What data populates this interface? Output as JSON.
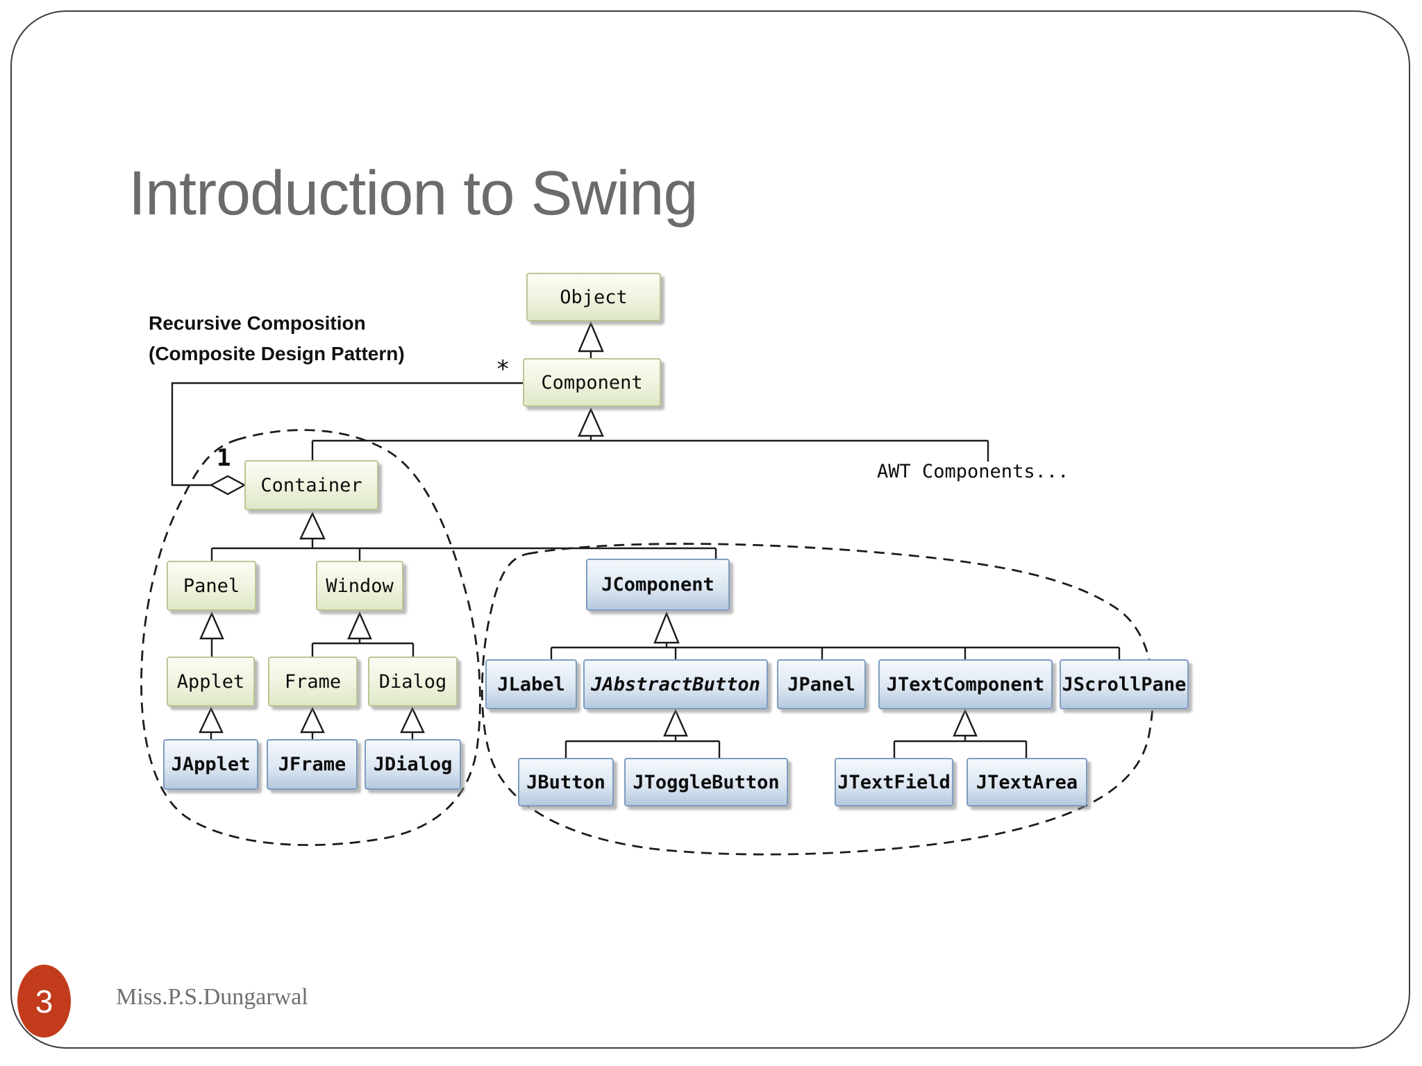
{
  "slide": {
    "title": "Introduction to Swing",
    "page_number": "3",
    "footer_author": "Miss.P.S.Dungarwal"
  },
  "diagram": {
    "annotation": {
      "line1": "Recursive Composition",
      "line2": "(Composite Design Pattern)"
    },
    "labels": {
      "awt_components": "AWT Components...",
      "multiplicity_many": "*",
      "multiplicity_one": "1"
    },
    "colors": {
      "awt_class_fill": "#dfe8c8",
      "awt_class_border": "#b9c693",
      "swing_class_fill": "#b6c9de",
      "swing_class_border": "#7e9cc0",
      "page_badge": "#c23c1c",
      "title_gray": "#6b6b6b"
    },
    "nodes": {
      "object": {
        "label": "Object"
      },
      "component": {
        "label": "Component"
      },
      "container": {
        "label": "Container"
      },
      "panel": {
        "label": "Panel"
      },
      "window": {
        "label": "Window"
      },
      "applet": {
        "label": "Applet"
      },
      "frame": {
        "label": "Frame"
      },
      "dialog": {
        "label": "Dialog"
      },
      "japplet": {
        "label": "JApplet"
      },
      "jframe": {
        "label": "JFrame"
      },
      "jdialog": {
        "label": "JDialog"
      },
      "jcomponent": {
        "label": "JComponent"
      },
      "jlabel": {
        "label": "JLabel"
      },
      "jabstractbutton": {
        "label": "JAbstractButton"
      },
      "jpanel": {
        "label": "JPanel"
      },
      "jtextcomponent": {
        "label": "JTextComponent"
      },
      "jscrollpane": {
        "label": "JScrollPane"
      },
      "jbutton": {
        "label": "JButton"
      },
      "jtogglebutton": {
        "label": "JToggleButton"
      },
      "jtextfield": {
        "label": "JTextField"
      },
      "jtextarea": {
        "label": "JTextArea"
      }
    }
  }
}
